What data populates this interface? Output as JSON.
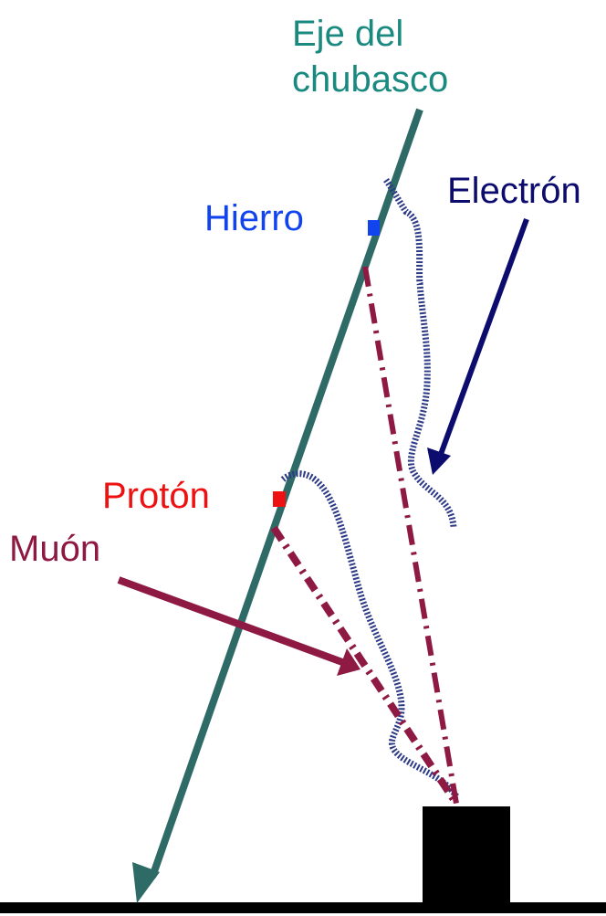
{
  "labels": {
    "axis_line1": "Eje del",
    "axis_line2": "chubasco",
    "electron": "Electrón",
    "iron": "Hierro",
    "proton": "Protón",
    "muon": "Muón"
  },
  "colors": {
    "axis": "#2e6b67",
    "axis_text": "#1a8a80",
    "electron": "#0c0c6e",
    "electron_track": "#2d3a86",
    "iron": "#1144ee",
    "proton": "#ee1111",
    "muon": "#8e1a44",
    "detector": "#000000",
    "ground": "#000000"
  }
}
